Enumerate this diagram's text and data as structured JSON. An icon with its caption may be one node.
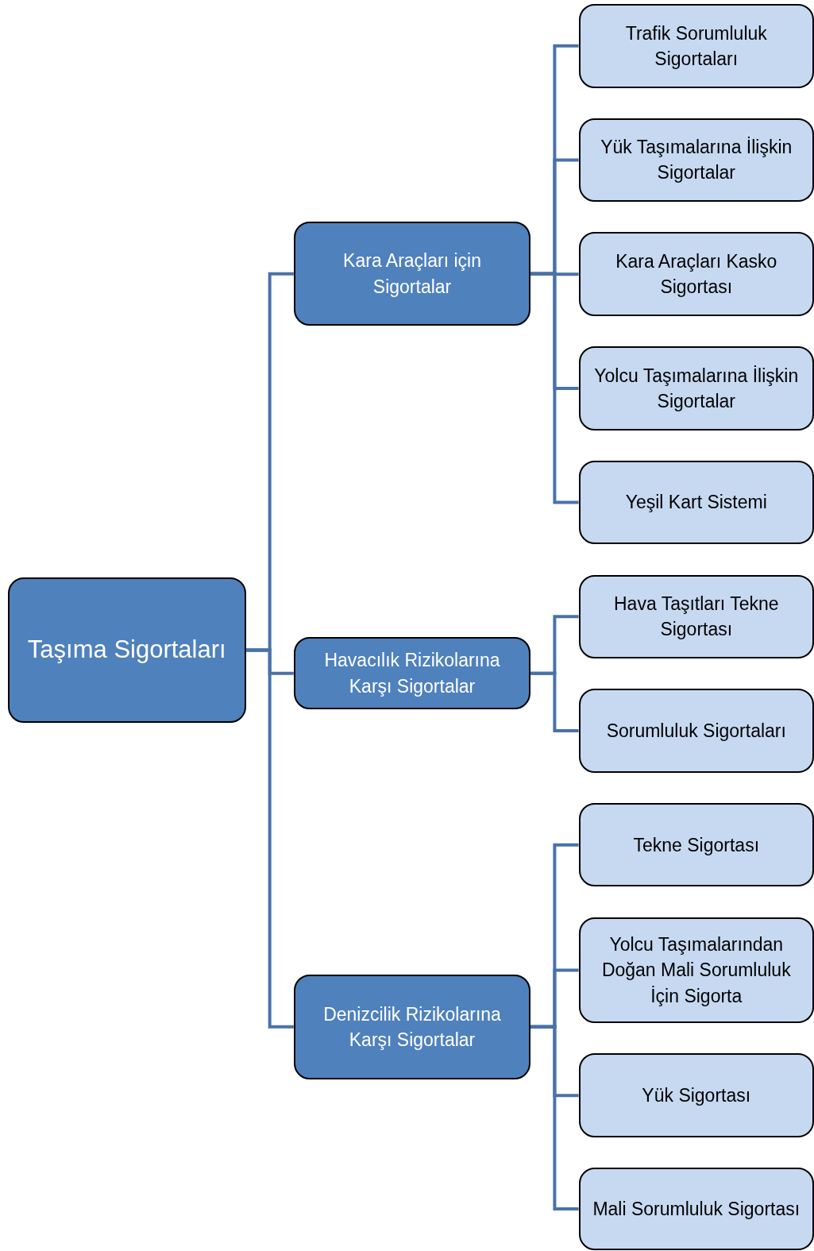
{
  "diagram": {
    "nodes": [
      {
        "text": [
          "Taşıma Sigortaları"
        ]
      },
      {
        "text": [
          "Kara Araçları için Sigortalar"
        ]
      },
      {
        "text": [
          "Havacılık Rizikolarına Karşı Sigortalar"
        ]
      },
      {
        "text": [
          "Denizcilik Rizikolarına Karşı Sigortalar"
        ]
      },
      {
        "text": [
          "Trafik Sorumluluk Sigortaları"
        ]
      },
      {
        "text": [
          "Yük Taşımalarına İlişkin Sigortalar"
        ]
      },
      {
        "text": [
          "Kara Araçları Kasko Sigortası"
        ]
      },
      {
        "text": [
          "Yolcu Taşımalarına İlişkin Sigortalar"
        ]
      },
      {
        "text": [
          "Yeşil Kart Sistemi"
        ]
      },
      {
        "text": [
          "Hava Taşıtları Tekne Sigortası"
        ]
      },
      {
        "text": [
          "Sorumluluk Sigortaları"
        ]
      },
      {
        "text": [
          "Tekne Sigortası"
        ]
      },
      {
        "text": [
          "Yolcu Taşımalarından Doğan Mali Sorumluluk İçin Sigorta"
        ]
      },
      {
        "text": [
          "Yük Sigortası"
        ]
      },
      {
        "text": [
          "Mali Sorumluluk Sigortası"
        ]
      }
    ],
    "edges": [
      {
        "from": 0,
        "to": 1,
        "arrow": "none"
      },
      {
        "from": 0,
        "to": 2,
        "arrow": "none"
      },
      {
        "from": 0,
        "to": 3,
        "arrow": "none"
      },
      {
        "from": 1,
        "to": 4,
        "arrow": "none"
      },
      {
        "from": 1,
        "to": 5,
        "arrow": "none"
      },
      {
        "from": 1,
        "to": 6,
        "arrow": "none"
      },
      {
        "from": 1,
        "to": 7,
        "arrow": "none"
      },
      {
        "from": 1,
        "to": 8,
        "arrow": "none"
      },
      {
        "from": 2,
        "to": 9,
        "arrow": "none"
      },
      {
        "from": 2,
        "to": 10,
        "arrow": "none"
      },
      {
        "from": 3,
        "to": 11,
        "arrow": "none"
      },
      {
        "from": 3,
        "to": 12,
        "arrow": "none"
      },
      {
        "from": 3,
        "to": 13,
        "arrow": "none"
      },
      {
        "from": 3,
        "to": 14,
        "arrow": "none"
      }
    ]
  }
}
